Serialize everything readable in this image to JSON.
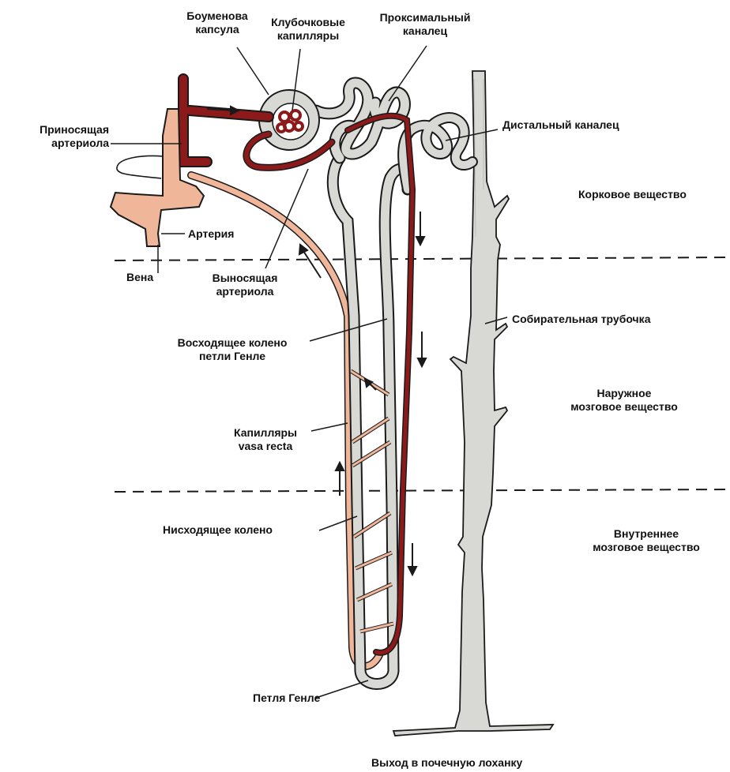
{
  "colors": {
    "artery": "#8c1a1a",
    "vein": "#f0b69a",
    "tubule": "#d8d9d4",
    "outline": "#1a1a1a",
    "dashed_line": "#1a1a1a"
  },
  "labels": {
    "bowman_capsule": "Боуменова\nкапсула",
    "glomerular_capillaries": "Клубочковые\nкапилляры",
    "proximal_tubule": "Проксимальный\nканалец",
    "afferent_arteriole": "Приносящая\nартериола",
    "distal_tubule": "Дистальный каналец",
    "cortex": "Корковое вещество",
    "artery": "Артерия",
    "vein": "Вена",
    "efferent_arteriole": "Выносящая\nартериола",
    "ascending_limb": "Восходящее колено\nпетли Генле",
    "collecting_duct": "Собирательная трубочка",
    "outer_medulla": "Наружное\nмозговое вещество",
    "vasa_recta": "Капилляры\nvasa recta",
    "descending_limb": "Нисходящее колено",
    "inner_medulla": "Внутреннее\nмозговое вещество",
    "loop_of_henle": "Петля Генле",
    "exit_pelvis": "Выход в почечную лоханку"
  },
  "icons": [
    "flow-arrow-icon"
  ]
}
